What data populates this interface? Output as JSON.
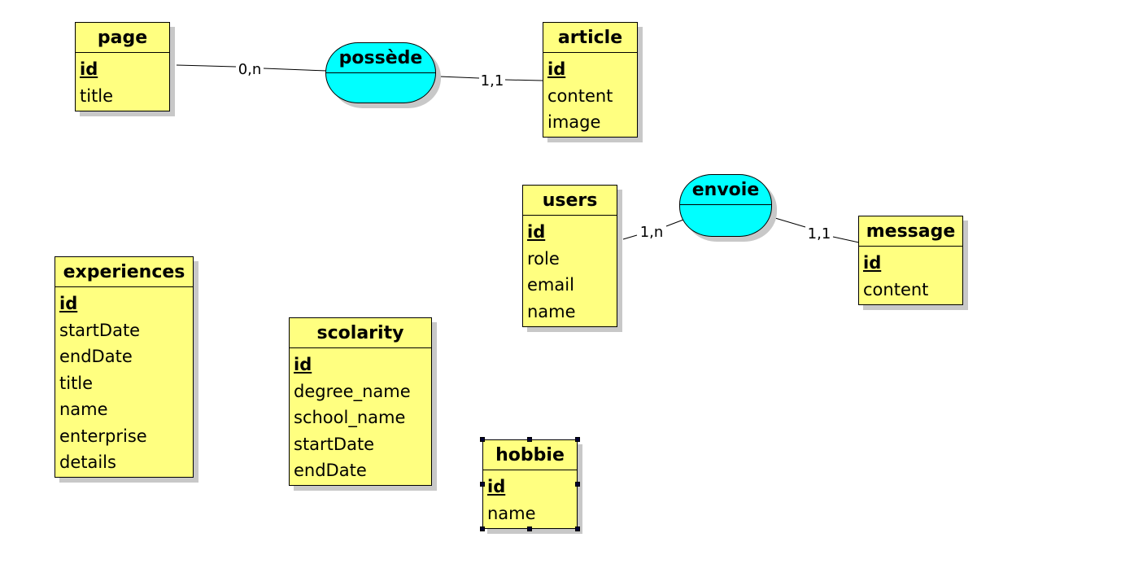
{
  "entities": {
    "page": {
      "name": "page",
      "key": "id",
      "attrs": [
        "title"
      ]
    },
    "article": {
      "name": "article",
      "key": "id",
      "attrs": [
        "content",
        "image"
      ]
    },
    "users": {
      "name": "users",
      "key": "id",
      "attrs": [
        "role",
        "email",
        "name"
      ]
    },
    "message": {
      "name": "message",
      "key": "id",
      "attrs": [
        "content"
      ]
    },
    "experiences": {
      "name": "experiences",
      "key": "id",
      "attrs": [
        "startDate",
        "endDate",
        "title",
        "name",
        "enterprise",
        "details"
      ]
    },
    "scolarity": {
      "name": "scolarity",
      "key": "id",
      "attrs": [
        "degree_name",
        "school_name",
        "startDate",
        "endDate"
      ]
    },
    "hobbie": {
      "name": "hobbie",
      "key": "id",
      "attrs": [
        "name"
      ]
    }
  },
  "relations": {
    "possede": {
      "name": "possède",
      "card_left": "0,n",
      "card_right": "1,1"
    },
    "envoie": {
      "name": "envoie",
      "card_left": "1,n",
      "card_right": "1,1"
    }
  },
  "colors": {
    "entity_fill": "#ffff80",
    "relation_fill": "#00ffff",
    "shadow": "#c8c8c8",
    "line": "#000000"
  }
}
